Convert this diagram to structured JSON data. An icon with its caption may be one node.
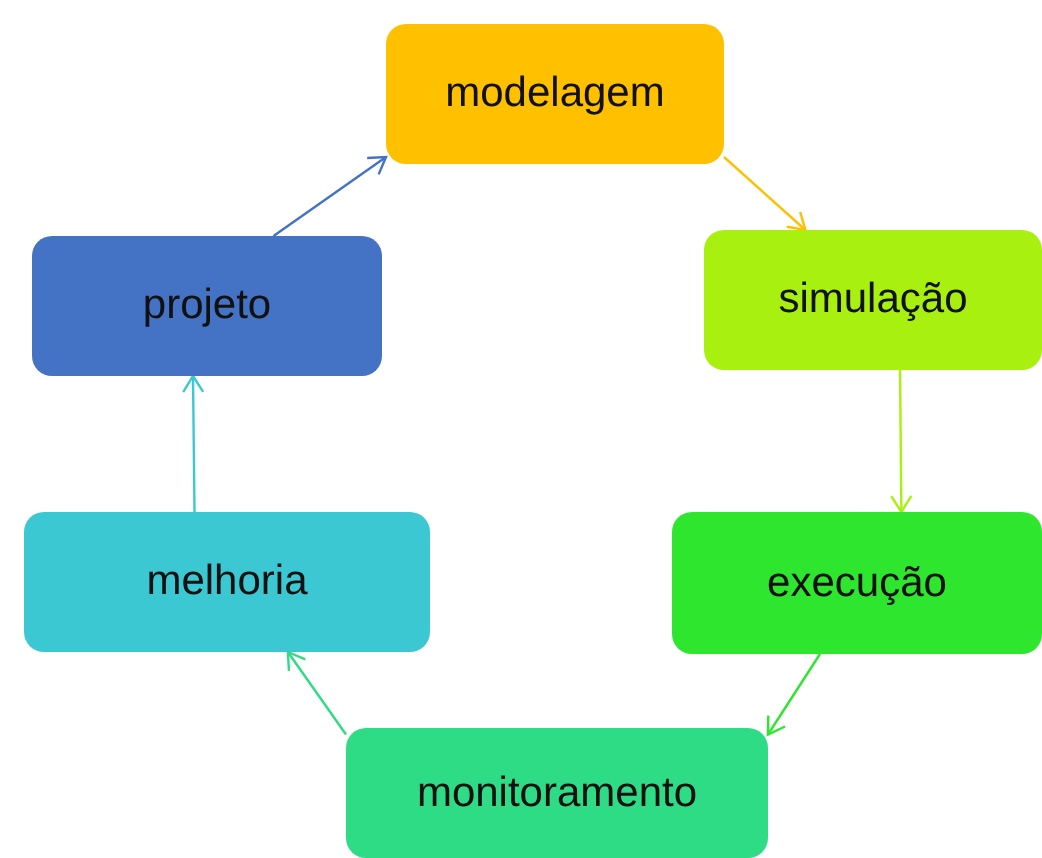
{
  "diagram": {
    "nodes": [
      {
        "text": [
          "modelagem"
        ]
      },
      {
        "text": [
          "simulação"
        ]
      },
      {
        "text": [
          "execução"
        ]
      },
      {
        "text": [
          "monitoramento"
        ]
      },
      {
        "text": [
          "melhoria"
        ]
      },
      {
        "text": [
          "projeto"
        ]
      }
    ],
    "edges": [
      {
        "from": 5,
        "to": 0,
        "arrow": "to",
        "color": "#4472c4"
      },
      {
        "from": 0,
        "to": 1,
        "arrow": "to",
        "color": "#ffc000"
      },
      {
        "from": 1,
        "to": 2,
        "arrow": "to",
        "color": "#a8f010"
      },
      {
        "from": 2,
        "to": 3,
        "arrow": "to",
        "color": "#2ee62e"
      },
      {
        "from": 3,
        "to": 4,
        "arrow": "to",
        "color": "#2edc85"
      },
      {
        "from": 4,
        "to": 5,
        "arrow": "to",
        "color": "#3cc8d2"
      }
    ]
  }
}
